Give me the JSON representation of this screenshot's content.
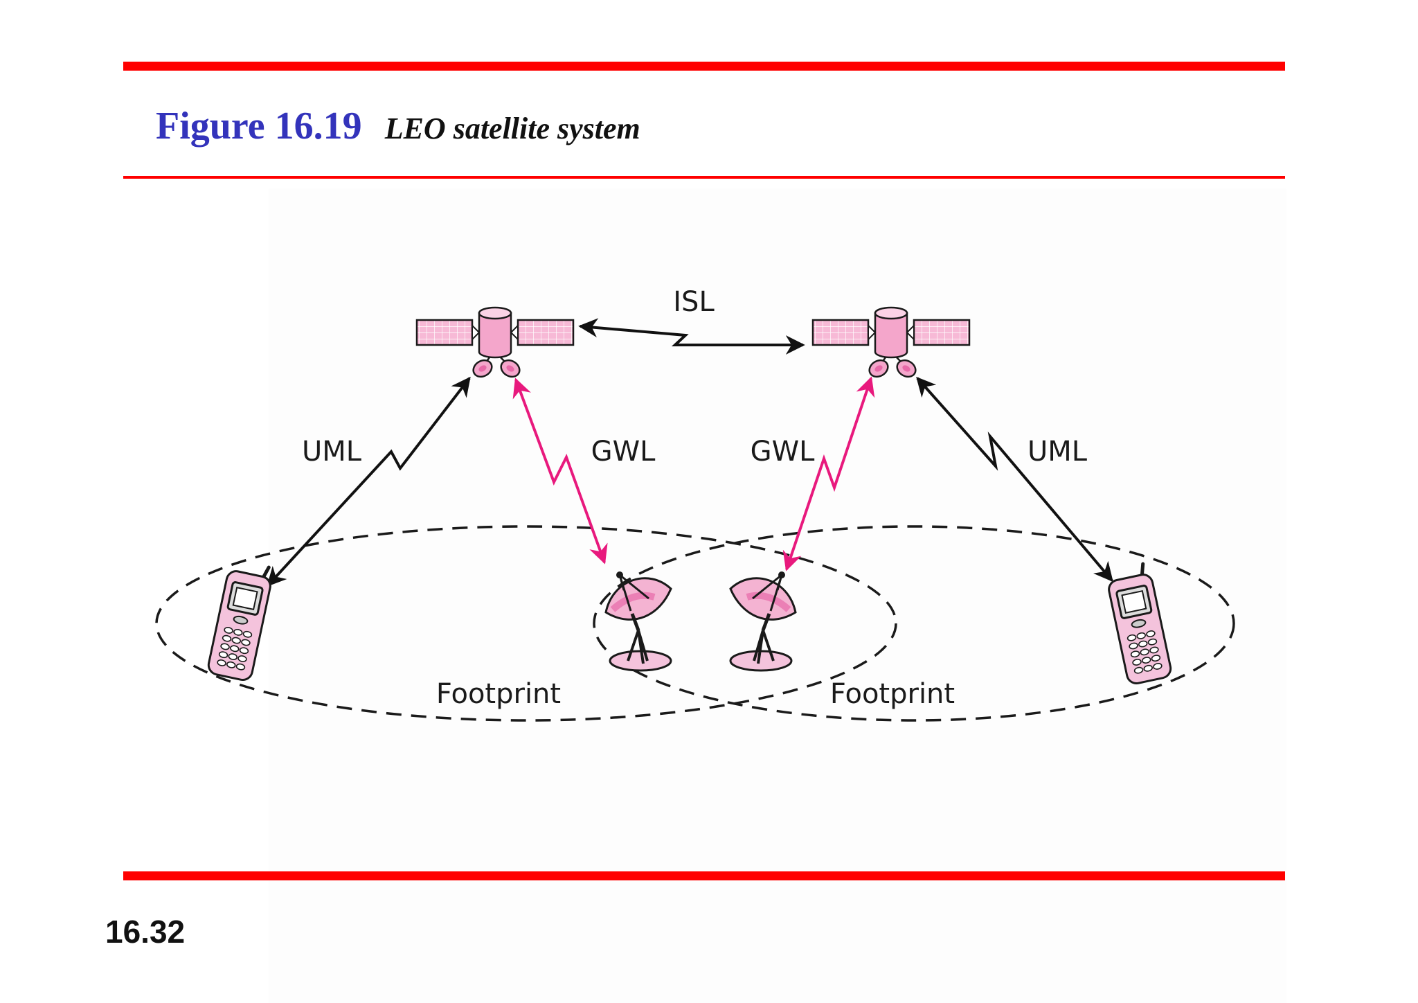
{
  "title": {
    "figure_number": "Figure 16.19",
    "caption": "LEO satellite system"
  },
  "slide_number": "16.32",
  "diagram": {
    "labels": {
      "isl": "ISL",
      "uml_left": "UML",
      "gwl_left": "GWL",
      "gwl_right": "GWL",
      "uml_right": "UML",
      "footprint_left": "Footprint",
      "footprint_right": "Footprint"
    },
    "colors": {
      "rule": "#ff0000",
      "figure_number": "#3333bb",
      "user_link": "#111111",
      "gateway_link": "#e8197d",
      "device_fill": "#f7c3dd",
      "device_accent": "#e76aa8"
    }
  }
}
